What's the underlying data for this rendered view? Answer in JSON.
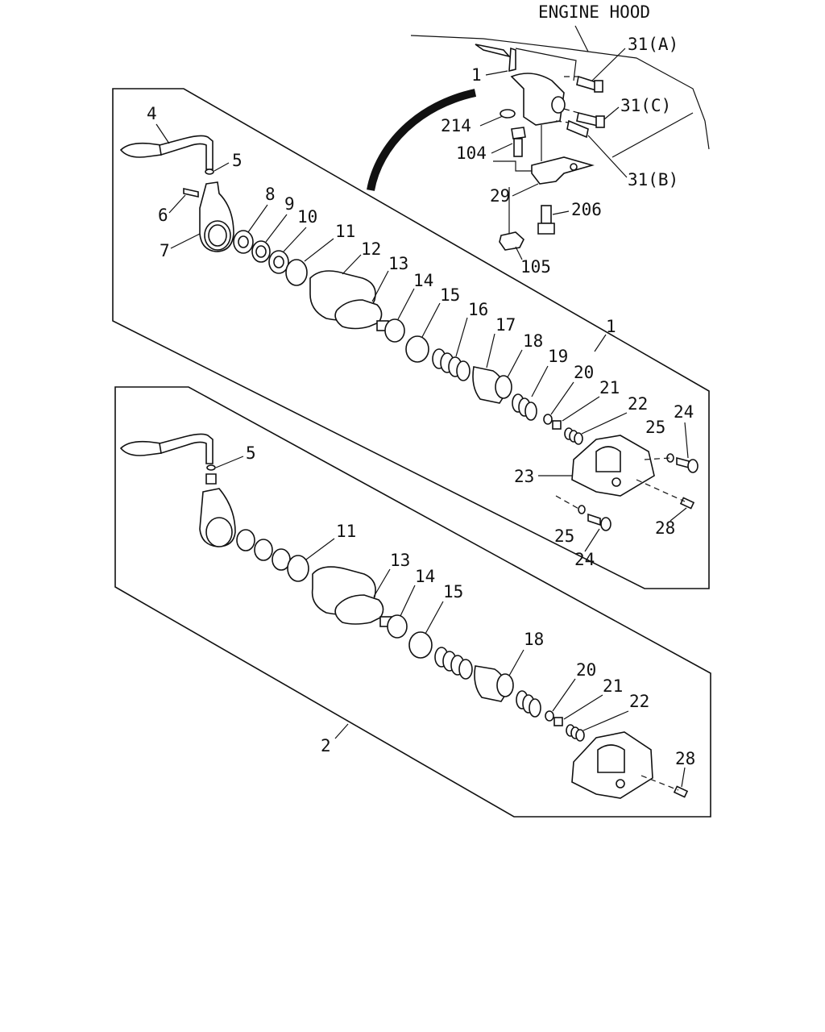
{
  "engine_hood": "ENGINE HOOD",
  "callouts": {
    "c31a": "31(A)",
    "c31c": "31(C)",
    "c31b": "31(B)",
    "c1top": "1",
    "c214": "214",
    "c104": "104",
    "c29": "29",
    "c206": "206",
    "c105": "105",
    "a4": "4",
    "a5": "5",
    "a6": "6",
    "a7": "7",
    "a8": "8",
    "a9": "9",
    "a10": "10",
    "a11": "11",
    "a12": "12",
    "a13": "13",
    "a14": "14",
    "a15": "15",
    "a16": "16",
    "a17": "17",
    "a18": "18",
    "a19": "19",
    "a20": "20",
    "a21": "21",
    "a22": "22",
    "a23": "23",
    "a24": "24",
    "a25": "25",
    "a25b": "25",
    "a24b": "24",
    "a28": "28",
    "assy1": "1",
    "b5": "5",
    "b11": "11",
    "b13": "13",
    "b14": "14",
    "b15": "15",
    "b18": "18",
    "b20": "20",
    "b21": "21",
    "b22": "22",
    "b28": "28",
    "assy2": "2"
  }
}
